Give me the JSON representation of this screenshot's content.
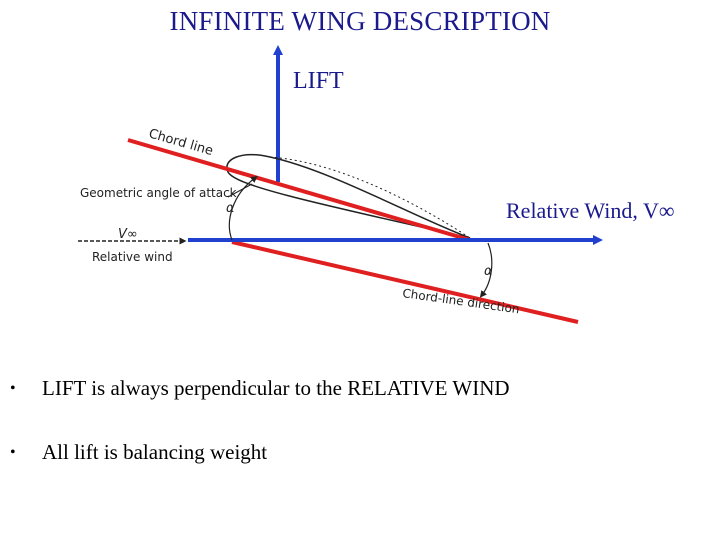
{
  "title": "INFINITE WING DESCRIPTION",
  "diagram": {
    "lift_label": "LIFT",
    "relative_wind_label": "Relative Wind, V∞",
    "chord_line_label": "Chord line",
    "geometric_aoa_label": "Geometric angle of attack",
    "v_inf_label": "V∞",
    "relative_wind_small_label": "Relative wind",
    "chord_line_direction_label": "Chord-line direction",
    "alpha_symbol": "α",
    "colors": {
      "lift_arrow": "#2040d0",
      "relative_wind_arrow": "#2040d0",
      "chord_line": "#e02020",
      "text": "#1a1a8c"
    }
  },
  "bullets": [
    {
      "symbol": "•",
      "text": "LIFT is always perpendicular to the RELATIVE WIND"
    },
    {
      "symbol": "•",
      "text": "All lift is balancing weight"
    }
  ]
}
